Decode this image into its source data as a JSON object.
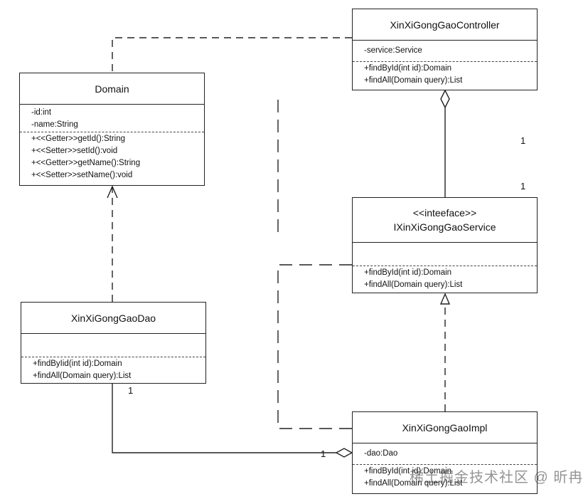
{
  "classes": {
    "controller": {
      "name": "XinXiGongGaoController",
      "attributes": [
        "-service:Service"
      ],
      "methods": [
        "+findById(int id):Domain",
        "+findAll(Domain query):List"
      ]
    },
    "domain": {
      "name": "Domain",
      "attributes": [
        "-id:int",
        "-name:String"
      ],
      "methods": [
        "+<<Getter>>getId():String",
        "+<<Setter>>setId():void",
        "+<<Getter>>getName():String",
        "+<<Setter>>setName():void"
      ]
    },
    "service": {
      "stereotype": "<<inteeface>>",
      "name": "IXinXiGongGaoService",
      "attributes": [],
      "methods": [
        "+findById(int id):Domain",
        "+findAll(Domain query):List"
      ]
    },
    "dao": {
      "name": "XinXiGongGaoDao",
      "attributes": [],
      "methods": [
        "+findByIid(int id):Domain",
        "+findAll(Domain query):List"
      ]
    },
    "impl": {
      "name": "XinXiGongGaoImpl",
      "attributes": [
        "-dao:Dao"
      ],
      "methods": [
        "+findById(int id):Domain",
        "+findAll(Domain query):List"
      ]
    }
  },
  "multiplicities": {
    "controller_service_top": "1",
    "controller_service_bottom": "1",
    "dao_end": "1",
    "impl_end": "1"
  },
  "watermark": "稀土掘金技术社区 @ 昕冉"
}
